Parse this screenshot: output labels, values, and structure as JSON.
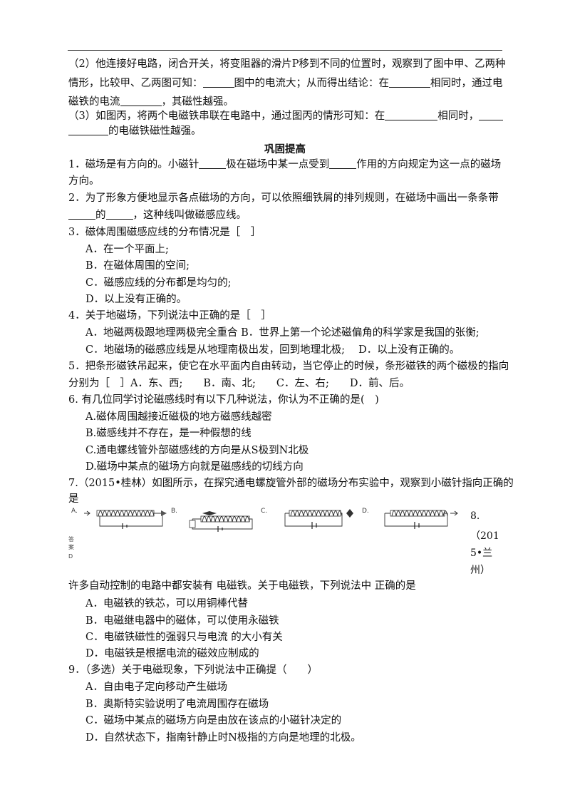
{
  "top": {
    "q2_line1": "（2）他连接好电路，闭合开关，将变阻器的滑片P移到不同的位置时，观察到了图中甲、乙两种",
    "q2_line2a": "情形，比较甲、乙两图可知：",
    "q2_line2b": "图中的电流大；从而得出结论：在",
    "q2_line2c": "相同时，通过电",
    "q2_line3a": "磁铁的电流",
    "q2_line3b": "，其磁性越强。",
    "q3_line1a": "（3）如图丙，将两个电磁铁串联在电路中，通过图丙的情形可知：在",
    "q3_line1b": "相同时，",
    "q3_line2b": "的电磁铁磁性越强。"
  },
  "section_title": "巩固提高",
  "questions": {
    "q1_line1a": "1．磁场是有方向的。小磁针",
    "q1_line1b": "极在磁场中某一点受到",
    "q1_line1c": "作用的方向规定为这一点的磁场",
    "q1_line2": "方向。",
    "q2_line1": "2．为了形象方便地显示各点磁场的方向，可以依照细铁屑的排列规则，在磁场中画出一条条带",
    "q2_line2a": "的",
    "q2_line2b": "，这种线叫做磁感应线。",
    "q3_stem": "3．磁体周围磁感应线的分布情况是［　］",
    "q3_a": "A．在一个平面上;",
    "q3_b": "B．在磁体周围的空间;",
    "q3_c": "C．磁感应线的分布都是均匀的;",
    "q3_d": "D．以上没有正确的。",
    "q4_stem": "4．关于地磁场，下列说法中正确的是［　］",
    "q4_ab": "A．地磁两极跟地理两极完全重合 B．世界上第一个论述磁偏角的科学家是我国的张衡;",
    "q4_cd": "C．地磁场的磁感应线是从地理南极出发，回到地理北极;　 D．以上没有正确的。",
    "q5_line1": "5．把条形磁铁吊起来，使它在水平面内自由转动，当它停止的时候，条形磁铁的两个磁极的指向",
    "q5_line2": "分别为［　］A．东、西;　　B．南、北;　　C．左、右;　　D．前、后。",
    "q6_stem": "6. 有几位同学讨论磁感线时有以下几种说法，你认为不正确的是(　)",
    "q6_a": "A.磁体周围越接近磁极的地方磁感线越密",
    "q6_b": "B.磁感线并不存在，是一种假想的线",
    "q6_c": "C.通电螺线管外部磁感线的方向是从S极到N北极",
    "q6_d": "D.磁场中某点的磁场方向就是磁感线的切线方向",
    "q7_line1": "7.（2015•桂林）如图所示，在探究通电螺旋管外部的磁场分布实验中，观察到小磁针指向正确的",
    "q7_line2": "是",
    "q8_side1": "8.",
    "q8_side2": "（201",
    "q8_side3": "5•兰",
    "q8_side4": "州）",
    "q8_stem": "许多自动控制的电路中都安装有 电磁铁。关于电磁铁，下列说法中 正确的是",
    "q8_a": "A．电磁铁的铁芯，可以用铜棒代替",
    "q8_b": "B．电磁继电器中的磁体，可以使用永磁铁",
    "q8_c": "C．电磁铁磁性的强弱只与电流 的大小有关",
    "q8_d": "D．电磁铁是根据电流的磁效应制成的",
    "q9_stem": "9．（多选）关于电磁现象，下列说法中正确提（　　）",
    "q9_a": "A．自由电子定向移动产生磁场",
    "q9_b": "B．奥斯特实验说明了电流周围存在磁场",
    "q9_c": "C．磁场中某点的磁场方向是由放在该点的小磁针决定的",
    "q9_d": "D．自然状态下，指南针静止时N极指的方向是地理的北极。"
  },
  "diagram_labels": {
    "a": "A.",
    "b": "B.",
    "c": "C.",
    "d": "D."
  },
  "side_fragment": {
    "l1": "答",
    "l2": "案",
    "l3": "D"
  }
}
